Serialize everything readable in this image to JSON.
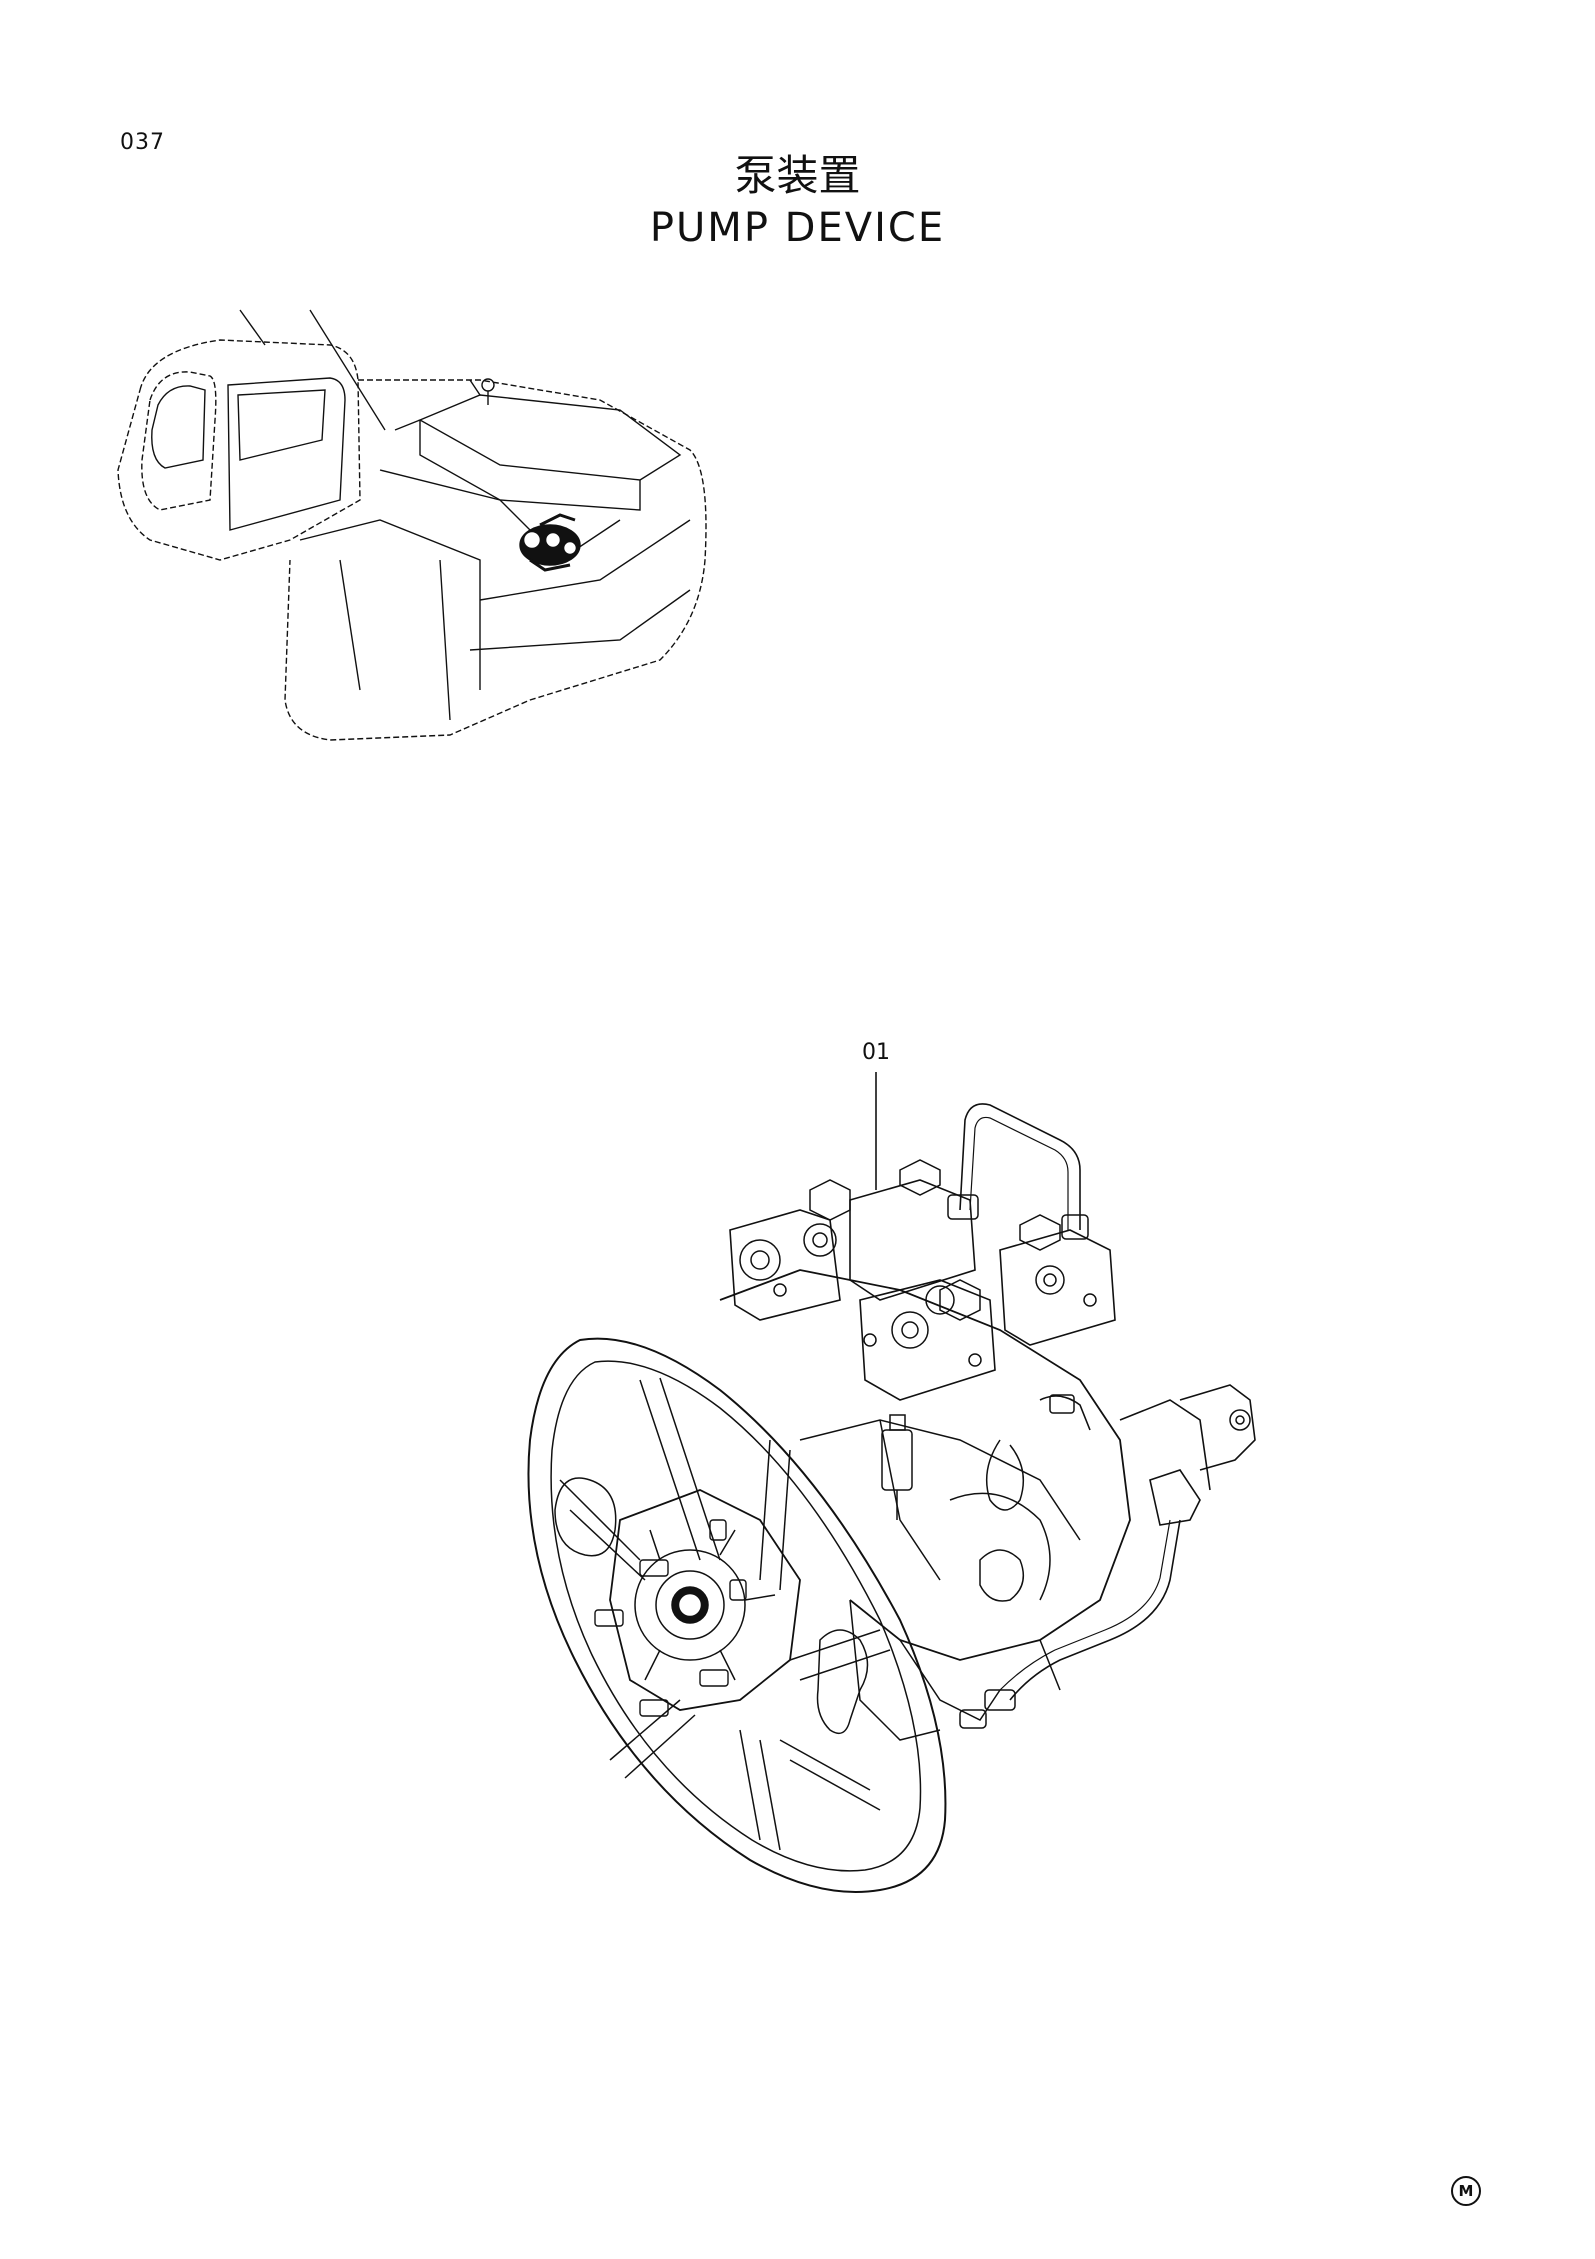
{
  "page": {
    "number": "037"
  },
  "title": {
    "chinese": "泵装置",
    "english": "PUMP  DEVICE"
  },
  "callouts": [
    {
      "label": "01"
    }
  ],
  "mark": {
    "symbol": "M"
  }
}
